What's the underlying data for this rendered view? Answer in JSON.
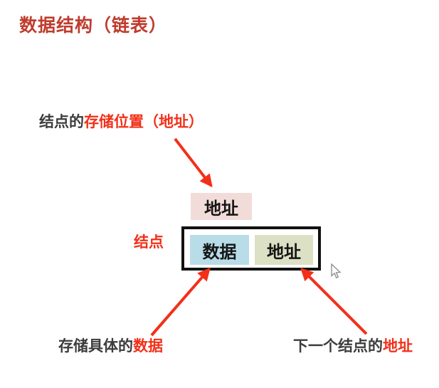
{
  "title": "数据结构（链表）",
  "colors": {
    "title-red": "#be3c2d",
    "accent-red": "#f23019",
    "text-dark": "#3c3c3c",
    "address-top-bg": "#f2dcda",
    "data-cell-bg": "#b8dce8",
    "address-cell-bg": "#dce0c4",
    "node-border": "#111111"
  },
  "annotations": {
    "node_location": {
      "prefix": "结点的",
      "highlight": "存储位置（地址）"
    },
    "node_label": "结点",
    "stores_data": {
      "prefix": "存储具体的",
      "highlight": "数据"
    },
    "next_address": {
      "prefix": "下一个结点的",
      "highlight": "地址"
    }
  },
  "node": {
    "address_top": "地址",
    "data_cell": "数据",
    "address_cell": "地址"
  },
  "icons": {
    "mouse_cursor": "arrow-pointer"
  }
}
